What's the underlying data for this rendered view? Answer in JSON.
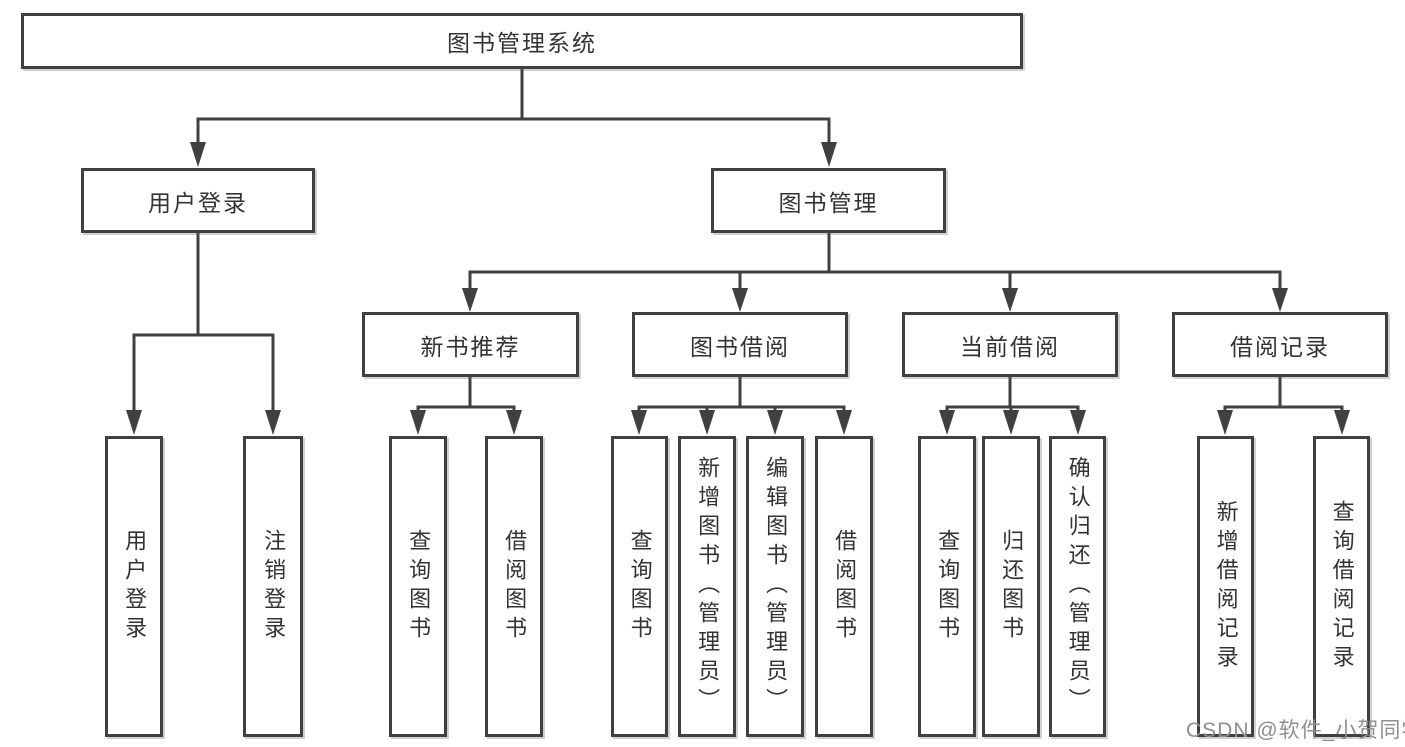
{
  "tree": {
    "label": "图书管理系统",
    "children": [
      {
        "label": "用户登录",
        "children": [
          {
            "label": "用户登录"
          },
          {
            "label": "注销登录"
          }
        ]
      },
      {
        "label": "图书管理",
        "children": [
          {
            "label": "新书推荐",
            "children": [
              {
                "label": "查询图书"
              },
              {
                "label": "借阅图书"
              }
            ]
          },
          {
            "label": "图书借阅",
            "children": [
              {
                "label": "查询图书"
              },
              {
                "label": "新增图书（管理员）"
              },
              {
                "label": "编辑图书（管理员）"
              },
              {
                "label": "借阅图书"
              }
            ]
          },
          {
            "label": "当前借阅",
            "children": [
              {
                "label": "查询图书"
              },
              {
                "label": "归还图书"
              },
              {
                "label": "确认归还（管理员）"
              }
            ]
          },
          {
            "label": "借阅记录",
            "children": [
              {
                "label": "新增借阅记录"
              },
              {
                "label": "查询借阅记录"
              }
            ]
          }
        ]
      }
    ]
  },
  "watermark": {
    "text": "CSDN @软件_小贺同学"
  },
  "colors": {
    "line": "#404040",
    "box_border": "#404040",
    "text": "#333333",
    "watermark": "#8f8f8f",
    "background": "#ffffff"
  }
}
